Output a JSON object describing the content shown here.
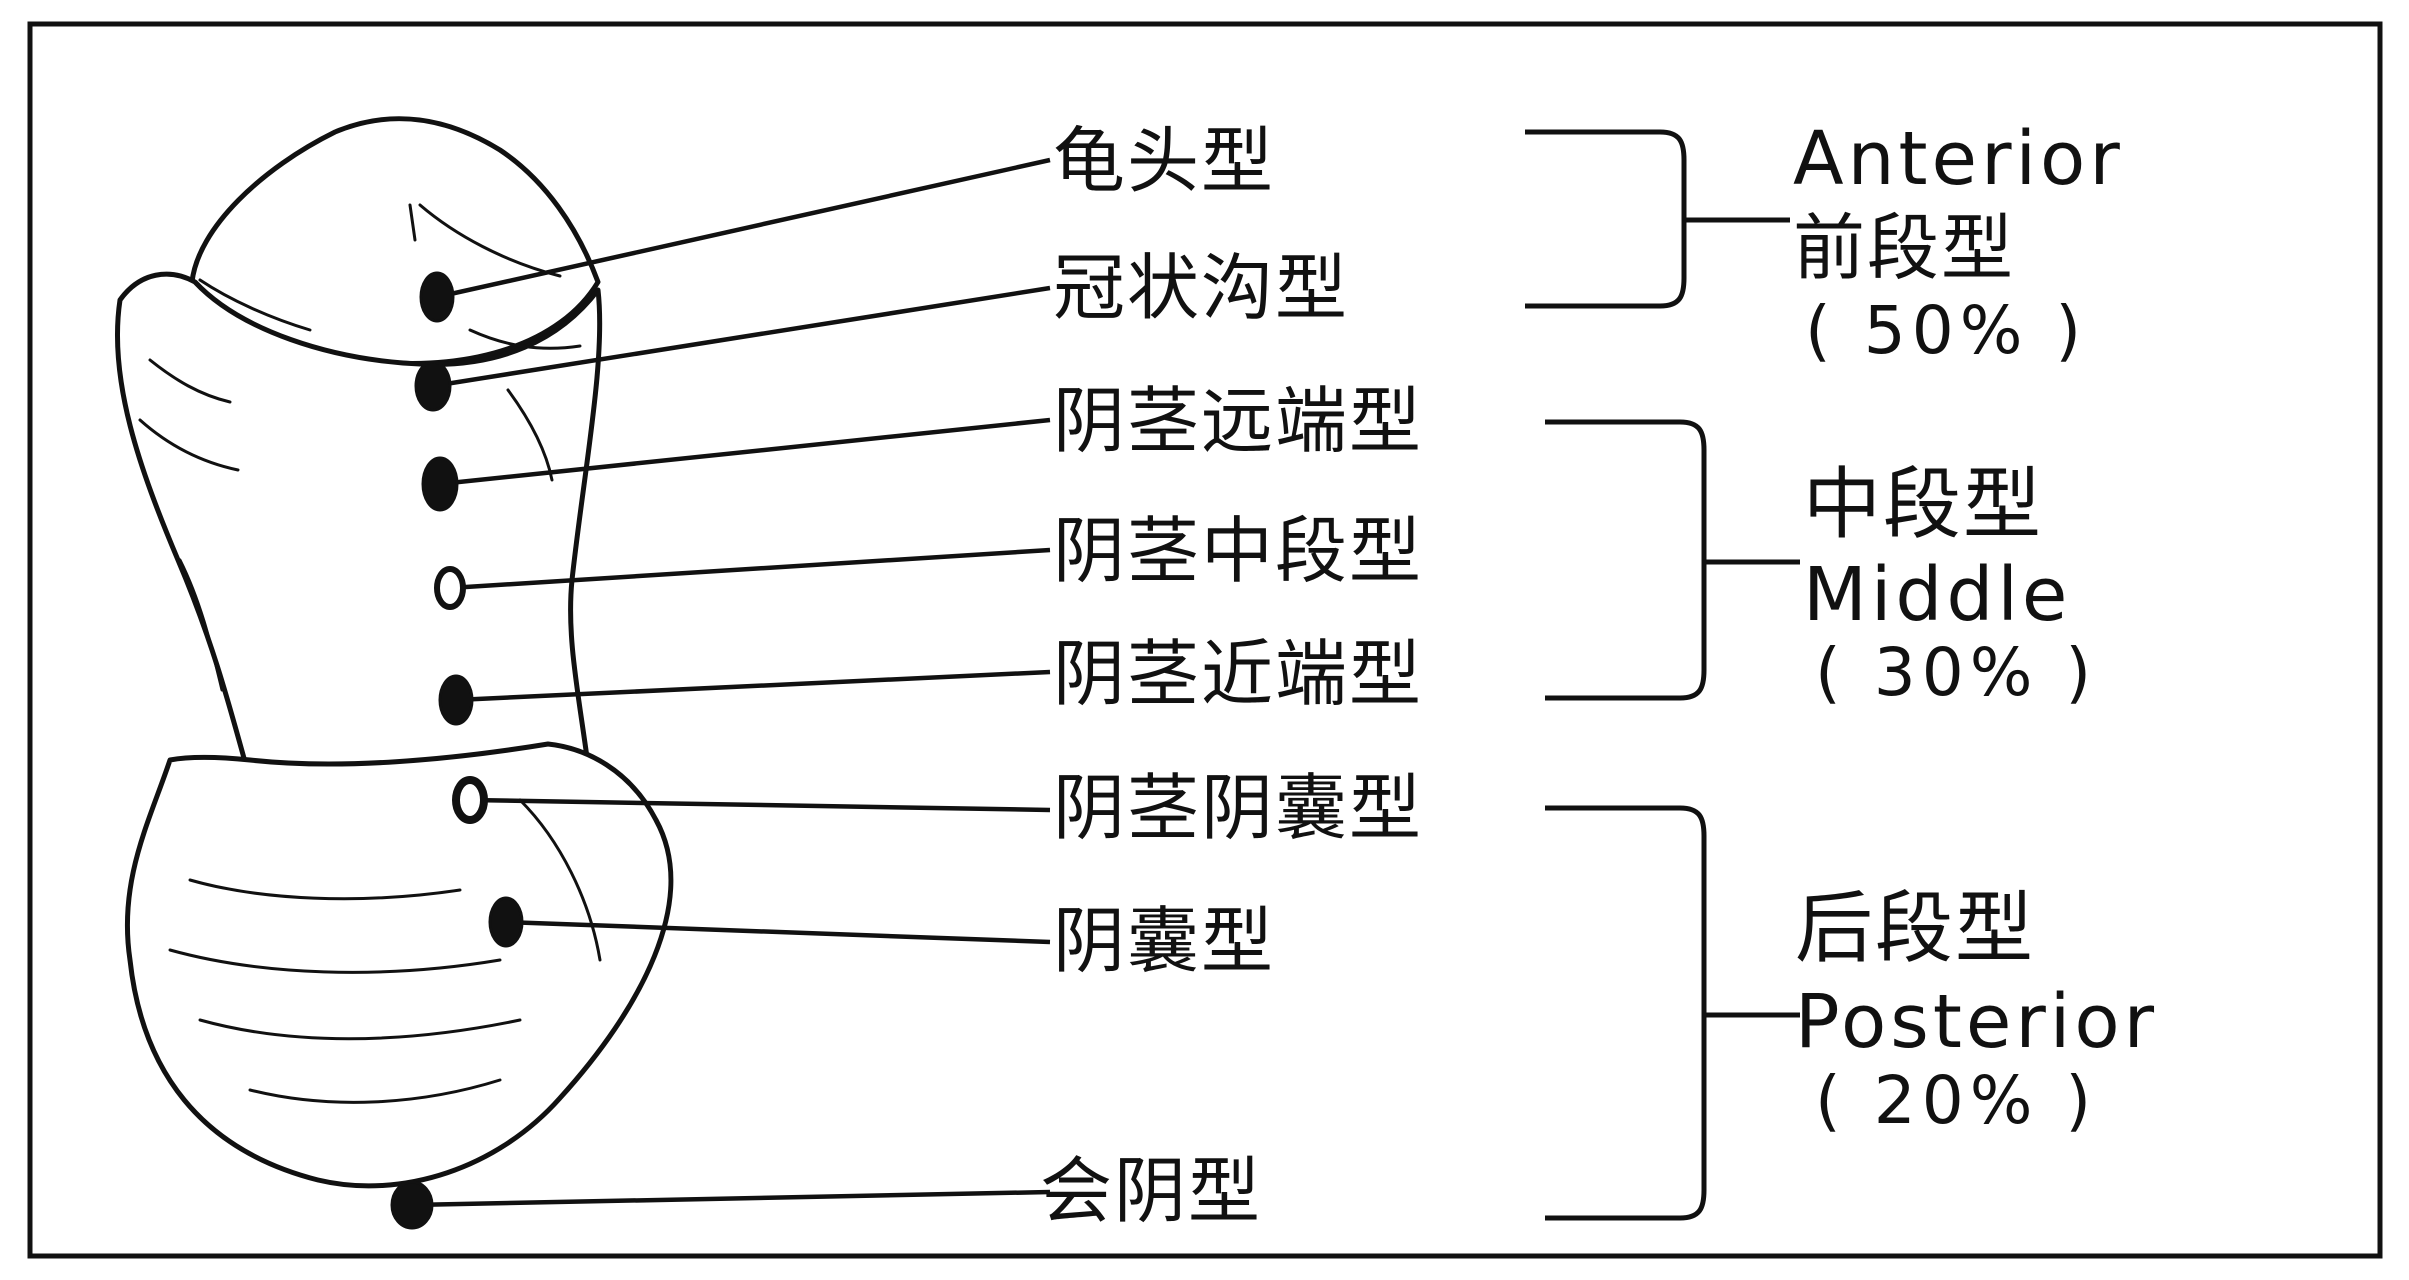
{
  "diagram": {
    "type_labels": [
      "龟头型",
      "冠状沟型",
      "阴茎远端型",
      "阴茎中段型",
      "阴茎近端型",
      "阴茎阴囊型",
      "阴囊型",
      "会阴型"
    ],
    "groups": [
      {
        "en": "Anterior",
        "zh": "前段型",
        "percent": "( 50% )"
      },
      {
        "zh": "中段型",
        "en": "Middle",
        "percent": "( 30% )"
      },
      {
        "zh": "后段型",
        "en": "Posterior",
        "percent": "( 20% )"
      }
    ]
  }
}
